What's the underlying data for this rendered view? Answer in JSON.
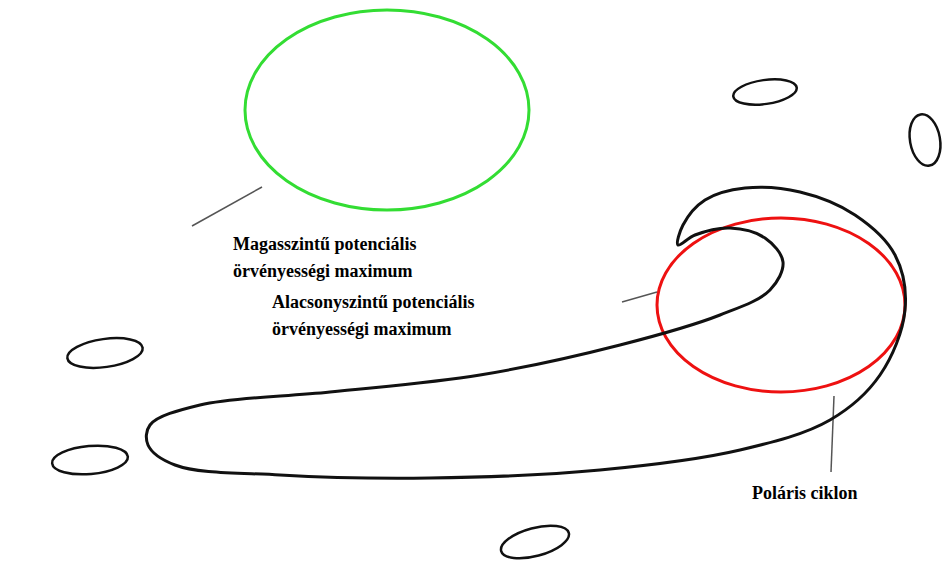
{
  "diagram": {
    "labels": [
      "Magasszintű potenciális örvényességi maximum",
      "Alacsonyszintű potenciális örvényességi maximum",
      "Poláris ciklon"
    ]
  }
}
